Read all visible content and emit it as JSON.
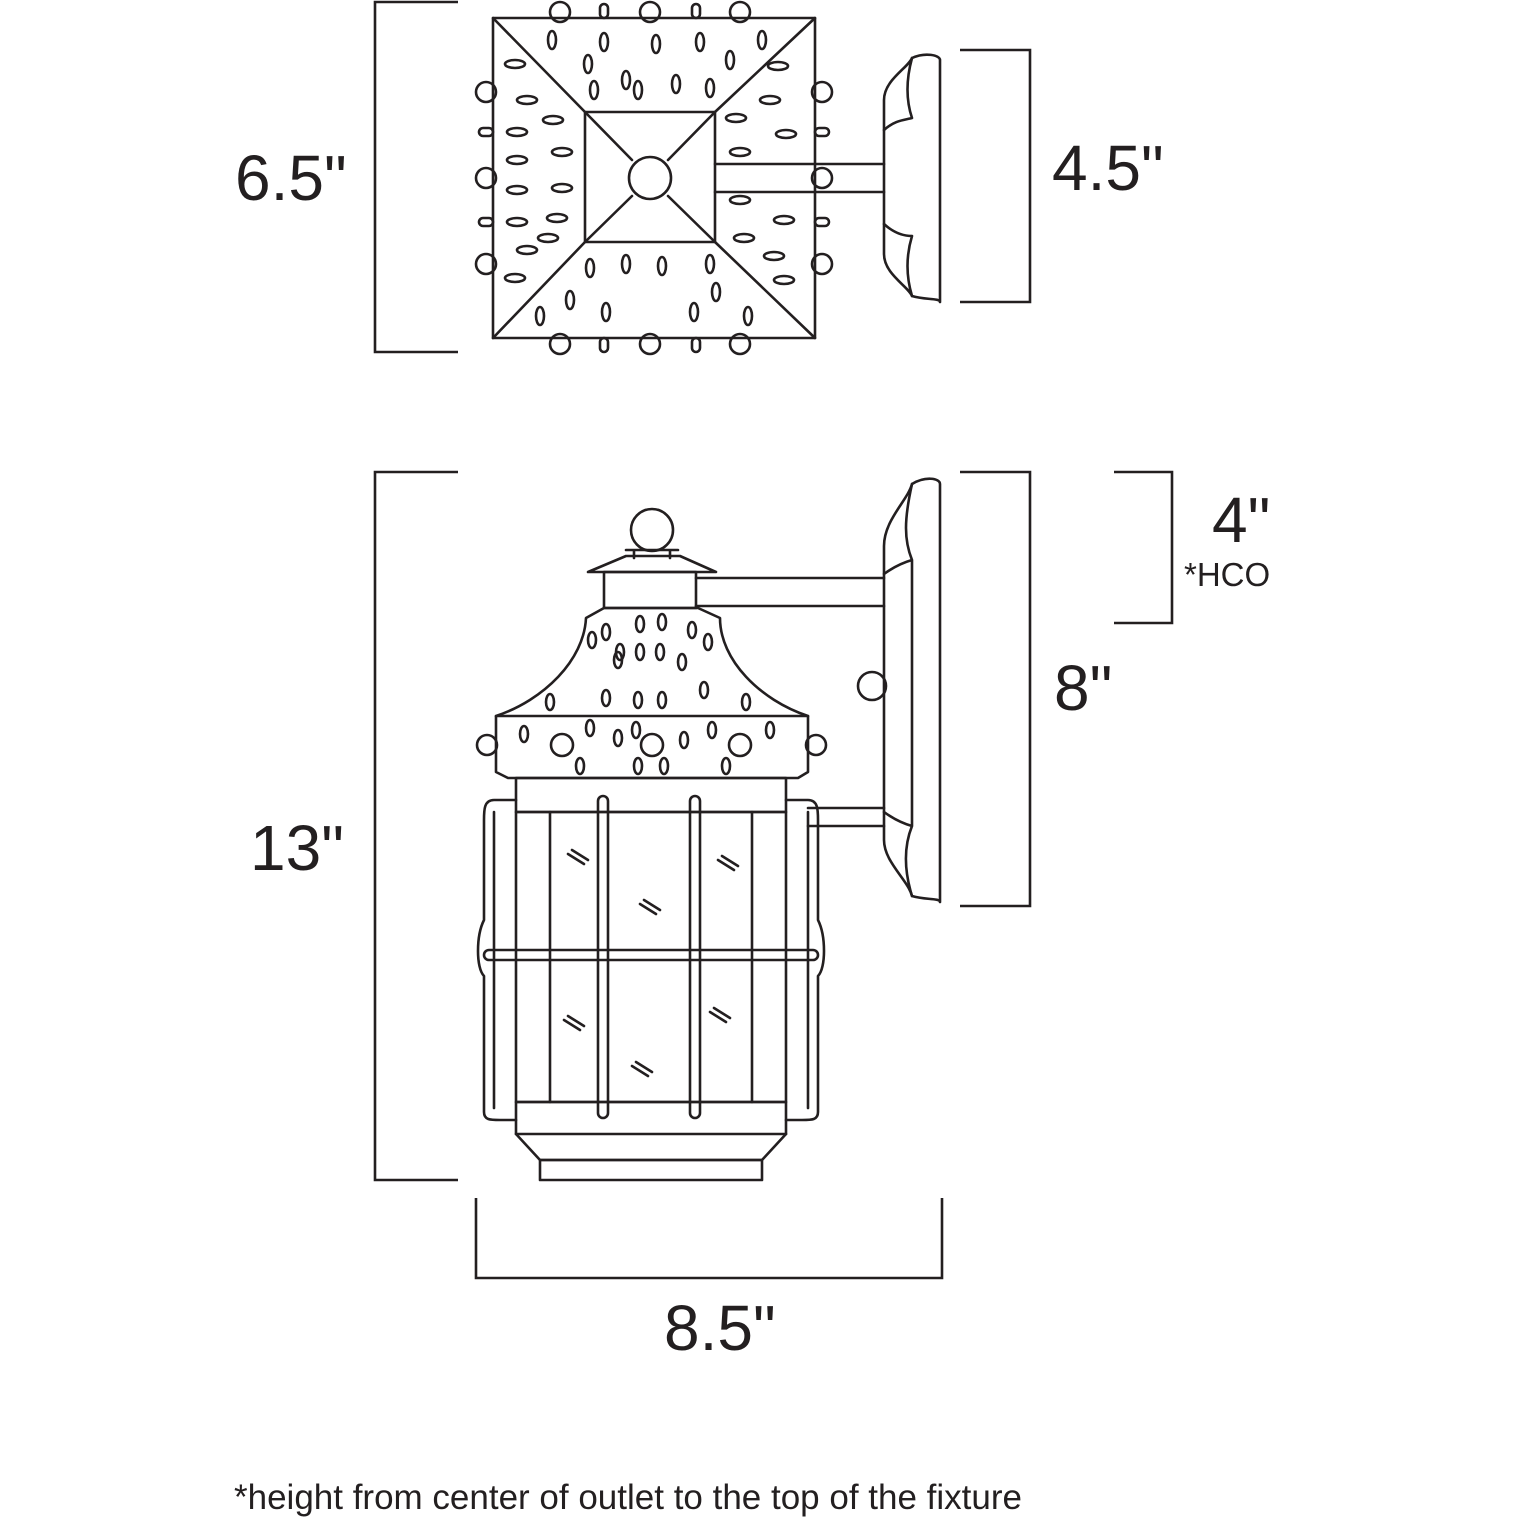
{
  "dimensions": {
    "top_view_depth": "6.5\"",
    "backplate_width": "4.5\"",
    "overall_height": "13\"",
    "backplate_height": "8\"",
    "hco_value": "4\"",
    "hco_label": "*HCO",
    "overall_width": "8.5\""
  },
  "footnote": "*height from center of outlet to the top of the fixture",
  "colors": {
    "line": "#231f20",
    "background": "#ffffff"
  }
}
